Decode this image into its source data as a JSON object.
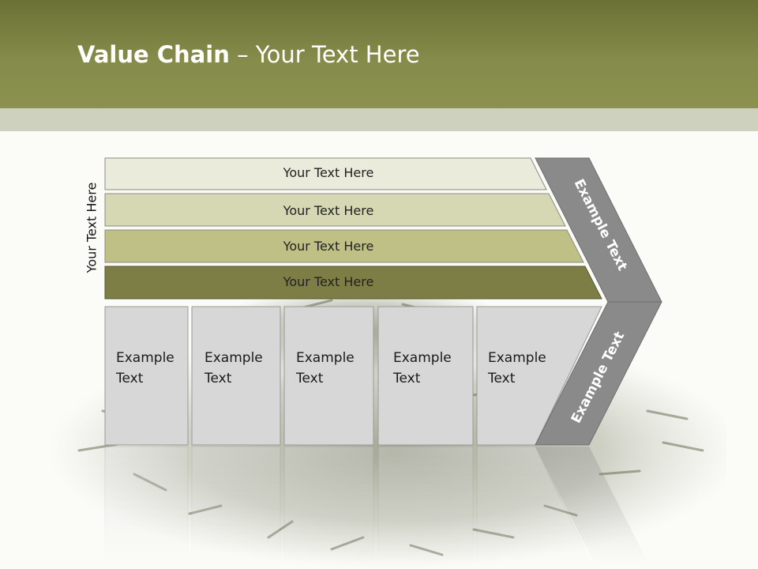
{
  "title": {
    "bold": "Value Chain",
    "rest": " – Your Text Here"
  },
  "side_label": "Your Text Here",
  "rows": [
    {
      "label": "Your Text Here",
      "color": "#ebebdc"
    },
    {
      "label": "Your Text Here",
      "color": "#d6d8b4"
    },
    {
      "label": "Your Text Here",
      "color": "#bfc086"
    },
    {
      "label": "Your Text Here",
      "color": "#7c7e45"
    }
  ],
  "boxes": [
    {
      "line1": "Example",
      "line2": "Text"
    },
    {
      "line1": "Example",
      "line2": "Text"
    },
    {
      "line1": "Example",
      "line2": "Text"
    },
    {
      "line1": "Example",
      "line2": "Text"
    },
    {
      "line1": "Example",
      "line2": "Text"
    }
  ],
  "chevron": {
    "upper_label": "Example Text",
    "lower_label": "Example Text",
    "color": "#8a8a8a"
  },
  "colors": {
    "header": "#858b4a",
    "band": "#cfd1bf",
    "box": "#d7d7d7"
  }
}
